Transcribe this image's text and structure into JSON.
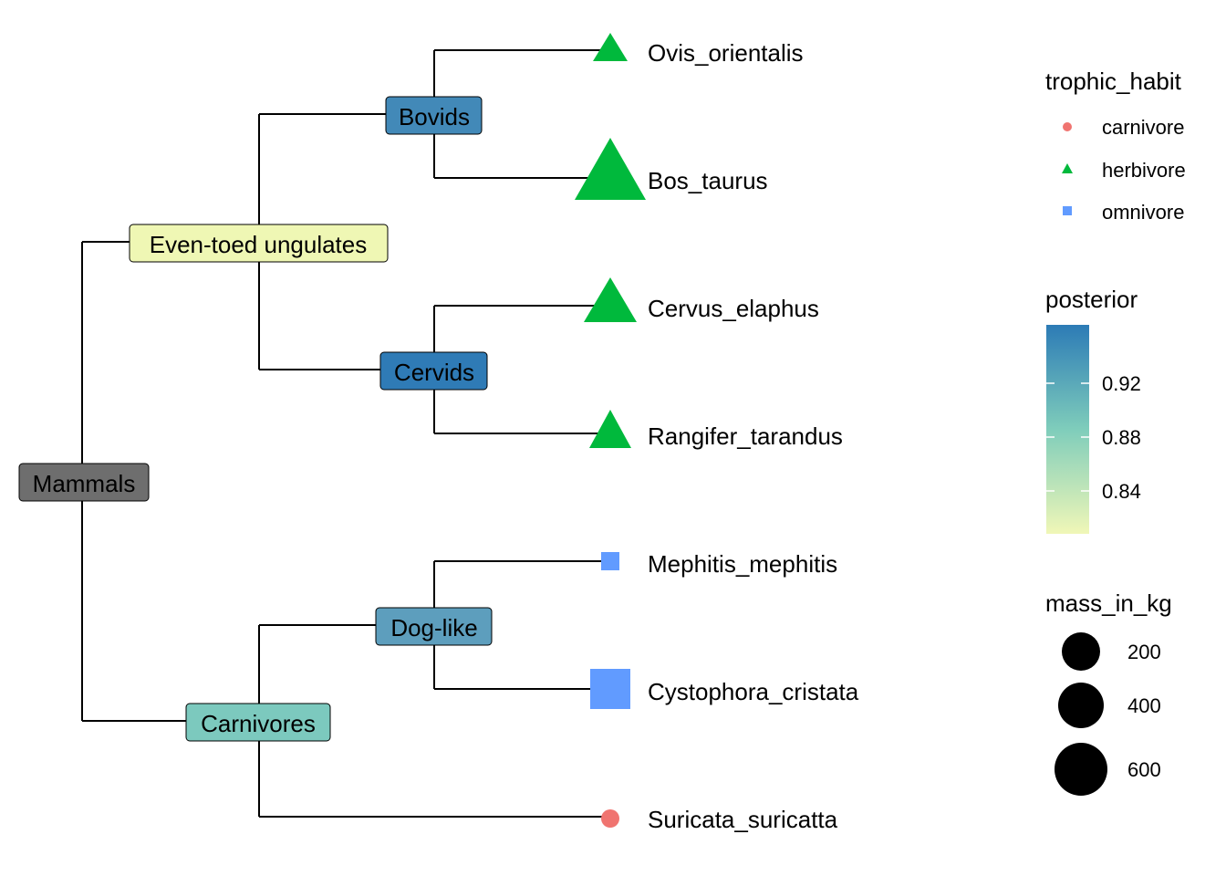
{
  "tree": {
    "root": "Mammals",
    "clades": [
      {
        "label": "Mammals",
        "posterior": null,
        "fill": "#6e6e6e"
      },
      {
        "label": "Even-toed ungulates",
        "posterior": 0.81,
        "fill": "#eff7b4"
      },
      {
        "label": "Bovids",
        "posterior": 0.935,
        "fill": "#4289b8"
      },
      {
        "label": "Cervids",
        "posterior": 0.955,
        "fill": "#2f7bb6"
      },
      {
        "label": "Carnivores",
        "posterior": 0.885,
        "fill": "#7cc9be"
      },
      {
        "label": "Dog-like",
        "posterior": 0.915,
        "fill": "#5d9ebd"
      }
    ],
    "tips": [
      {
        "label": "Ovis_orientalis",
        "trophic_habit": "herbivore",
        "mass_in_kg": 60
      },
      {
        "label": "Bos_taurus",
        "trophic_habit": "herbivore",
        "mass_in_kg": 600
      },
      {
        "label": "Cervus_elaphus",
        "trophic_habit": "herbivore",
        "mass_in_kg": 250
      },
      {
        "label": "Rangifer_tarandus",
        "trophic_habit": "herbivore",
        "mass_in_kg": 150
      },
      {
        "label": "Mephitis_mephitis",
        "trophic_habit": "omnivore",
        "mass_in_kg": 3
      },
      {
        "label": "Cystophora_cristata",
        "trophic_habit": "omnivore",
        "mass_in_kg": 300
      },
      {
        "label": "Suricata_suricatta",
        "trophic_habit": "carnivore",
        "mass_in_kg": 1
      }
    ]
  },
  "legend": {
    "trophic": {
      "title": "trophic_habit",
      "items": [
        {
          "label": "carnivore",
          "shape": "circle",
          "color": "#f07470"
        },
        {
          "label": "herbivore",
          "shape": "triangle",
          "color": "#00b93c"
        },
        {
          "label": "omnivore",
          "shape": "square",
          "color": "#619bff"
        }
      ]
    },
    "posterior": {
      "title": "posterior",
      "ticks": [
        "0.92",
        "0.88",
        "0.84"
      ],
      "gradient_top": "#2c7bb6",
      "gradient_mid": "#7fcdbb",
      "gradient_bottom": "#f0f7b7"
    },
    "mass": {
      "title": "mass_in_kg",
      "items": [
        "200",
        "400",
        "600"
      ]
    }
  }
}
